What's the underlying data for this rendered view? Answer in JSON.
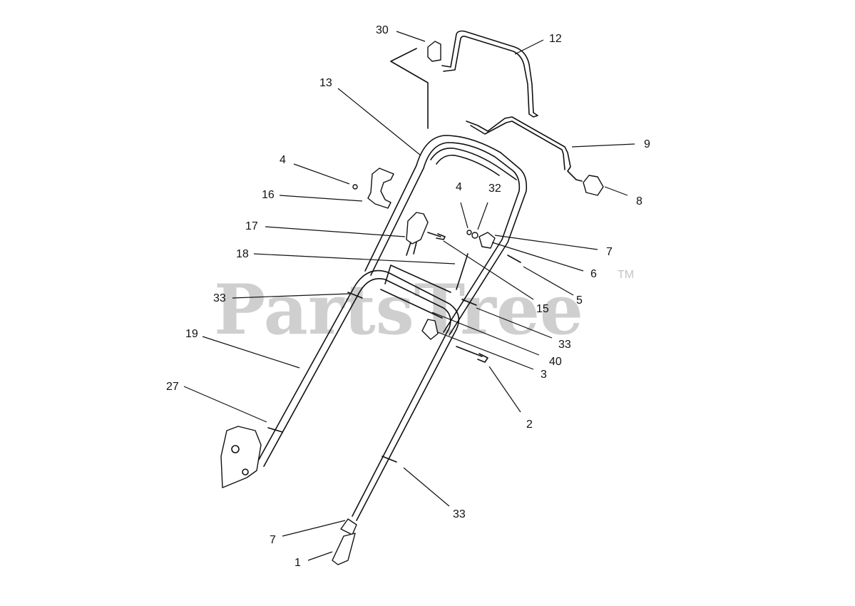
{
  "watermark": {
    "text": "PartsTree",
    "trademark": "TM"
  },
  "callouts": [
    {
      "id": "c30",
      "label": "30"
    },
    {
      "id": "c12",
      "label": "12"
    },
    {
      "id": "c13",
      "label": "13"
    },
    {
      "id": "c9",
      "label": "9"
    },
    {
      "id": "c4a",
      "label": "4"
    },
    {
      "id": "c8",
      "label": "8"
    },
    {
      "id": "c16",
      "label": "16"
    },
    {
      "id": "c4b",
      "label": "4"
    },
    {
      "id": "c32",
      "label": "32"
    },
    {
      "id": "c17",
      "label": "17"
    },
    {
      "id": "c7a",
      "label": "7"
    },
    {
      "id": "c18",
      "label": "18"
    },
    {
      "id": "c6",
      "label": "6"
    },
    {
      "id": "c33a",
      "label": "33"
    },
    {
      "id": "c5",
      "label": "5"
    },
    {
      "id": "c15",
      "label": "15"
    },
    {
      "id": "c33b",
      "label": "33"
    },
    {
      "id": "c19",
      "label": "19"
    },
    {
      "id": "c40",
      "label": "40"
    },
    {
      "id": "c3",
      "label": "3"
    },
    {
      "id": "c27",
      "label": "27"
    },
    {
      "id": "c2",
      "label": "2"
    },
    {
      "id": "c33c",
      "label": "33"
    },
    {
      "id": "c7b",
      "label": "7"
    },
    {
      "id": "c1",
      "label": "1"
    }
  ]
}
